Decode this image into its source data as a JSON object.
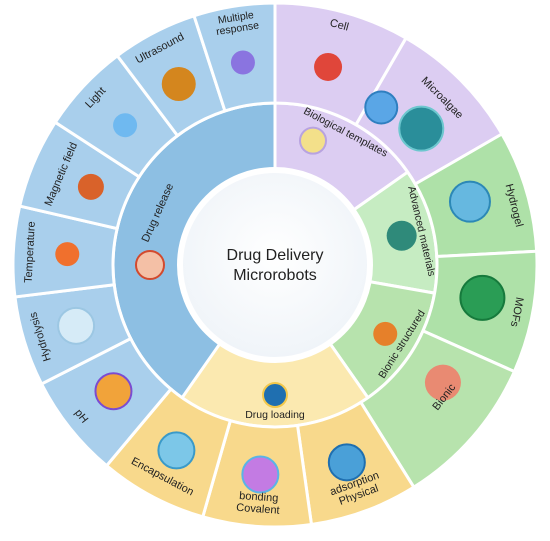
{
  "center": {
    "line1": "Drug Delivery",
    "line2": "Microrobots"
  },
  "categories": {
    "release": "Drug release",
    "templates": "Biological templates",
    "materials": "Advanced materials",
    "bionic_structured": "Bionic structured",
    "loading": "Drug loading"
  },
  "items": {
    "cell": "Cell",
    "microalgae": "Microalgae",
    "hydrogel": "Hydrogel",
    "mofs": "MOFs",
    "bionic": "Bionic",
    "physical1": "Physical",
    "physical2": "adsorption",
    "covalent1": "Covalent",
    "covalent2": "bonding",
    "encapsulation": "Encapsulation",
    "ph": "pH",
    "hydrolysis": "Hydrolysis",
    "temperature": "Temperature",
    "magnetic": "Magnetic field",
    "light": "Light",
    "ultrasound": "Ultrasound",
    "multiple1": "Multiple",
    "multiple2": "response"
  },
  "colors": {
    "release": "#a9cfec",
    "release_inner": "#8dbfe3",
    "templates": "#dccdf2",
    "materials": "#c6ecc2",
    "materials_outer": "#aee1a8",
    "bionic": "#b7e3ad",
    "loading": "#fbe9b0",
    "loading_outer": "#f8d98c",
    "center": "#ffffff"
  }
}
